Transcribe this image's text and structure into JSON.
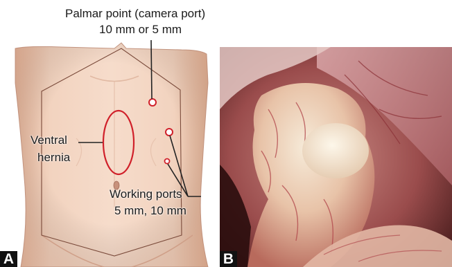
{
  "panel_a": {
    "title_line1": "Palmar point (camera port)",
    "title_line2": "10 mm or 5 mm",
    "ventral_line1": "Ventral",
    "ventral_line2": "hernia",
    "working_line1": "Working ports",
    "working_line2": "5 mm, 10 mm",
    "letter": "A"
  },
  "panel_b": {
    "letter": "B"
  },
  "colors": {
    "skin": "#f1d2bd",
    "outline": "#7a4a3a",
    "marker_red": "#d0202a",
    "leader": "#222222"
  }
}
